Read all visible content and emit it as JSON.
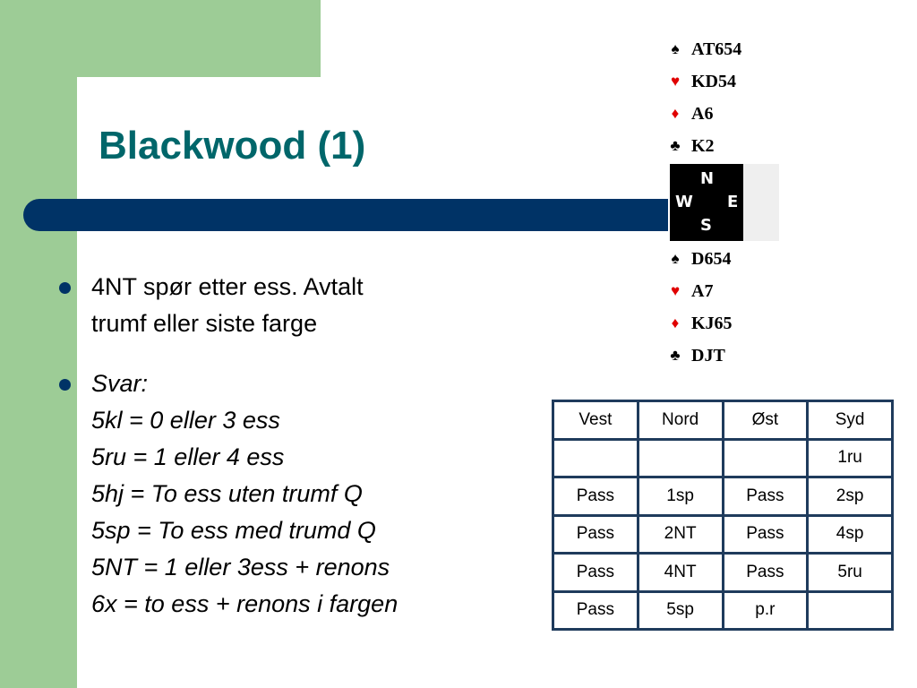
{
  "slide": {
    "title": "Blackwood (1)",
    "bullets": [
      {
        "lines": [
          "4NT spør etter ess. Avtalt",
          "trumf eller siste farge"
        ],
        "italic": false
      },
      {
        "lines": [
          "Svar:",
          "5kl = 0 eller 3 ess",
          "5ru = 1 eller 4 ess",
          "5hj = To ess uten trumf Q",
          "5sp = To ess med trumd Q",
          "5NT = 1 eller 3ess + renons",
          "6x = to ess + renons i fargen"
        ],
        "italic": true
      }
    ]
  },
  "hands": {
    "north": [
      {
        "suit": "♠",
        "color": "black",
        "cards": "AT654"
      },
      {
        "suit": "♥",
        "color": "red",
        "cards": "KD54"
      },
      {
        "suit": "♦",
        "color": "red",
        "cards": "A6"
      },
      {
        "suit": "♣",
        "color": "black",
        "cards": "K2"
      }
    ],
    "south": [
      {
        "suit": "♠",
        "color": "black",
        "cards": "D654"
      },
      {
        "suit": "♥",
        "color": "red",
        "cards": "A7"
      },
      {
        "suit": "♦",
        "color": "red",
        "cards": "KJ65"
      },
      {
        "suit": "♣",
        "color": "black",
        "cards": "DJT"
      }
    ]
  },
  "compass": {
    "n": "N",
    "w": "W",
    "e": "E",
    "s": "S"
  },
  "bidding": {
    "headers": [
      "Vest",
      "Nord",
      "Øst",
      "Syd"
    ],
    "rows": [
      [
        "",
        "",
        "",
        "1ru"
      ],
      [
        "Pass",
        "1sp",
        "Pass",
        "2sp"
      ],
      [
        "Pass",
        "2NT",
        "Pass",
        "4sp"
      ],
      [
        "Pass",
        "4NT",
        "Pass",
        "5ru"
      ],
      [
        "Pass",
        "5sp",
        "p.r",
        ""
      ]
    ]
  },
  "colors": {
    "green": "#9dcc96",
    "navy": "#003366",
    "title": "#00666a",
    "red_suit": "#e00000"
  }
}
